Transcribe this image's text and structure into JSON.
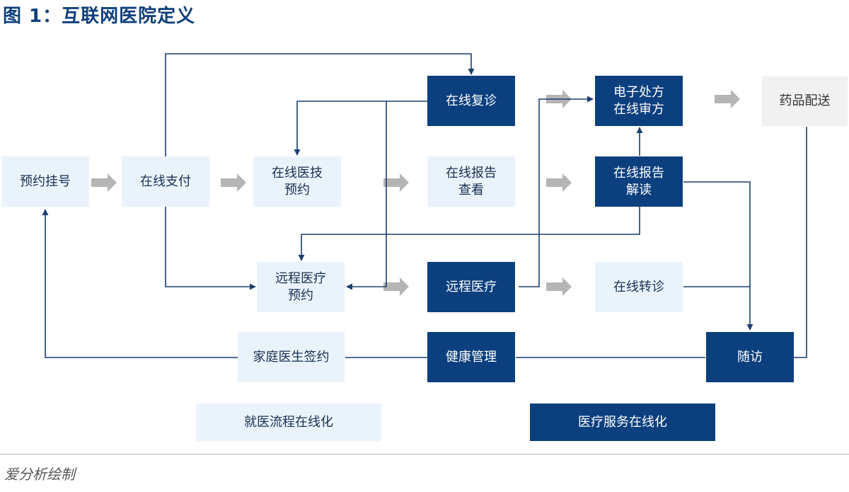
{
  "title": "图 1：互联网医院定义",
  "nodes": {
    "booking": "预约挂号",
    "payment": "在线支付",
    "tech_booking": "在线医技\n预约",
    "report_view": "在线报告\n查看",
    "remote_booking": "远程医疗\n预约",
    "family_doctor": "家庭医生签约",
    "revisit": "在线复诊",
    "remote_care": "远程医疗",
    "health_mgmt": "健康管理",
    "prescription": "电子处方\n在线审方",
    "report_read": "在线报告\n解读",
    "referral": "在线转诊",
    "follow_up": "随访",
    "delivery": "药品配送"
  },
  "legend": {
    "process_online": "就医流程在线化",
    "service_online": "医疗服务在线化"
  },
  "credit": "爱分析绘制",
  "colors": {
    "dark_fill": "#0b3f7e",
    "light_fill": "#eaf3fc",
    "grey_fill": "#f1f1f1",
    "line": "#1c3d6e",
    "block_arrow": "#b5b5b5"
  }
}
